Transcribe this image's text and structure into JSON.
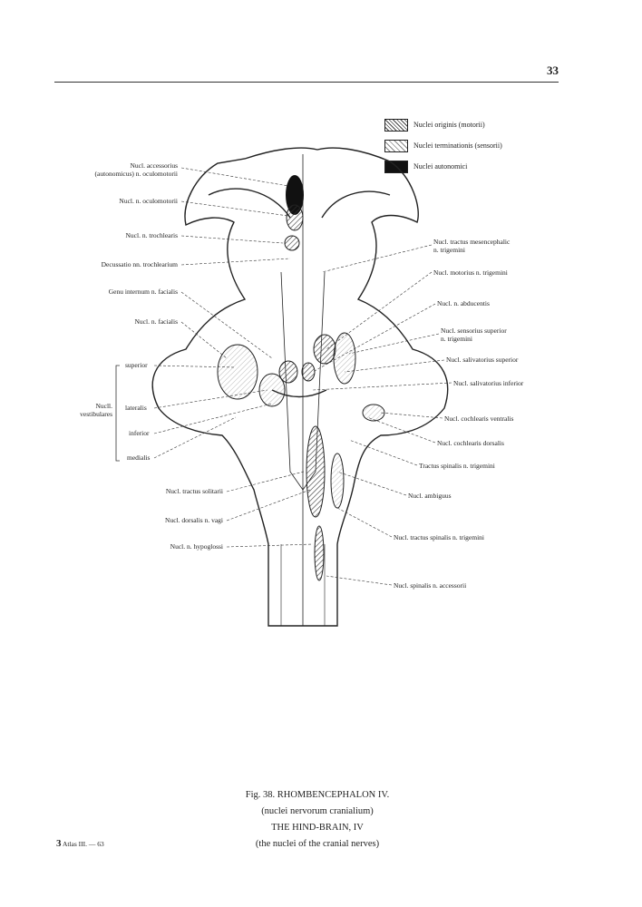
{
  "page_number": "33",
  "legend": [
    {
      "label": "Nuclei originis (motorii)",
      "kind": "motor"
    },
    {
      "label": "Nuclei terminationis (sensorii)",
      "kind": "sensory"
    },
    {
      "label": "Nuclei autonomici",
      "kind": "autonomic"
    }
  ],
  "labels_left": {
    "accessorius": "Nucl. accessorius",
    "accessorius2": "(autonomicus) n. oculomotorii",
    "oculomotorii": "Nucl. n. oculomotorii",
    "trochlearis": "Nucl. n. trochlearis",
    "decussatio": "Decussatio nn. trochlearium",
    "genu": "Genu internum n. facialis",
    "facialis": "Nucl. n. facialis",
    "superior": "superior",
    "lateralis": "lateralis",
    "inferior": "inferior",
    "medialis": "medialis",
    "vestibulares": "Nucll.",
    "vestibulares2": "vestibulares",
    "solitarii": "Nucl. tractus solitarii",
    "vagi": "Nucl. dorsalis n. vagi",
    "hypoglossi": "Nucl. n. hypoglossi"
  },
  "labels_right": {
    "mesencephalic": "Nucl. tractus mesencephalic",
    "mesencephalic2": "n. trigemini",
    "motorius": "Nucl. motorius n. trigemini",
    "abducentis": "Nucl. n. abducentis",
    "sens_sup": "Nucl. sensorius superior",
    "sens_sup2": "n. trigemini",
    "saliv_sup": "Nucl. salivatorius superior",
    "saliv_inf": "Nucl. salivatorius inferior",
    "cochl_ventr": "Nucl. cochlearis ventralis",
    "cochl_dors": "Nucl. cochlearis dorsalis",
    "tractus_spinalis": "Tractus spinalis n. trigemini",
    "ambiguus": "Nucl. ambiguus",
    "tract_spin_nucl": "Nucl. tractus spinalis n. trigemini",
    "accessorii": "Nucl. spinalis n. accessorii"
  },
  "caption": {
    "line1": "Fig. 38. RHOMBENCEPHALON IV.",
    "line2": "(nuclei nervorum cranialium)",
    "line3": "THE HIND-BRAIN, IV",
    "line4": "(the nuclei of the cranial nerves)"
  },
  "footer": {
    "number": "3",
    "text": "Atlas III. — 63"
  }
}
